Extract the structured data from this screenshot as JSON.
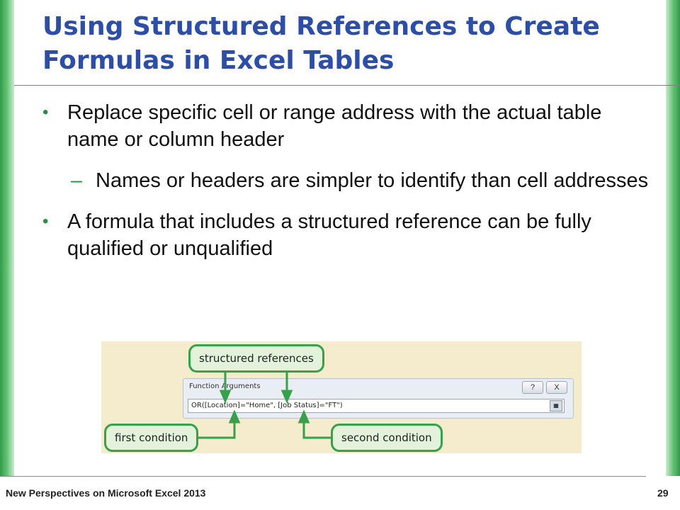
{
  "slide": {
    "title": "Using Structured References to Create Formulas in Excel Tables",
    "bullets": [
      {
        "text": "Replace specific cell or range address with the actual table name or column header"
      },
      {
        "text": "Names or headers are simpler to identify than cell addresses"
      },
      {
        "text": "A formula that includes a structured reference can be fully qualified or unqualified"
      }
    ]
  },
  "figure": {
    "dialog": {
      "title": "Function Arguments",
      "help_label": "?",
      "close_label": "X",
      "formula": "OR([Location]=\"Home\", [Job Status]=\"FT\")",
      "ref_button_label": "▦"
    },
    "callouts": {
      "top": "structured references",
      "left": "first condition",
      "right": "second condition"
    },
    "colors": {
      "callout_border": "#37a04a",
      "callout_fill": "#e3f2db",
      "background": "#f4eccd"
    }
  },
  "footer": {
    "left": "New Perspectives on Microsoft Excel 2013",
    "page_number": "29"
  },
  "colors": {
    "title": "#2c4ea6",
    "bullet": "#2a8e47",
    "sidebar": "#2f9a4a"
  }
}
